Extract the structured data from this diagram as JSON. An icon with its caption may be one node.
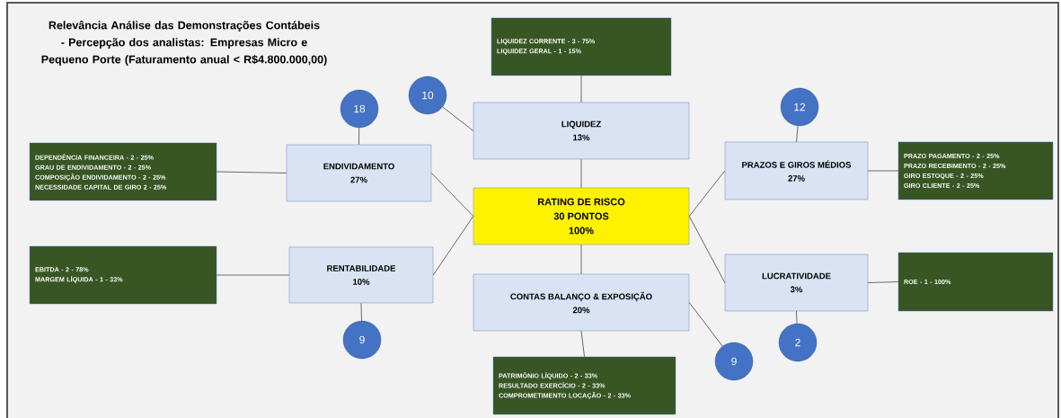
{
  "diagram": {
    "title": "Relevância Análise das Demonstrações Contábeis - Percepção dos analistas: Empresas Micro e Pequeno Porte (Faturamento anual < R$4.800.000,00)",
    "nodes": [
      {
        "text": [
          "RATING DE RISCO",
          "30 PONTOS",
          "100%"
        ]
      },
      {
        "text": [
          "LIQUIDEZ",
          "13%"
        ]
      },
      {
        "text": [
          "ENDIVIDAMENTO",
          "27%"
        ]
      },
      {
        "text": [
          "RENTABILIDADE",
          "10%"
        ]
      },
      {
        "text": [
          "CONTAS BALANÇO & EXPOSIÇÃO",
          "20%"
        ]
      },
      {
        "text": [
          "PRAZOS E GIROS MÉDIOS",
          "27%"
        ]
      },
      {
        "text": [
          "LUCRATIVIDADE",
          "3%"
        ]
      },
      {
        "text": [
          "LIQUIDEZ CORRENTE - 3 - 75%",
          "LIQUIDEZ GERAL - 1 - 15%"
        ]
      },
      {
        "text": [
          "DEPENDÊNCIA FINANCEIRA - 2 - 25%",
          "GRAU DE ENDIVIDAMENTO - 2 - 25%",
          "COMPOSIÇÃO ENDIVIDAMENTO - 2 - 25%",
          "NECESSIDADE CAPITAL DE GIRO 2 - 25%"
        ]
      },
      {
        "text": [
          "EBITDA - 2 - 78%",
          "MARGEM LÍQUIDA - 1 - 33%"
        ]
      },
      {
        "text": [
          "PATRIMÔNIO LÍQUIDO - 2 - 33%",
          "RESULTADO EXERCÍCIO - 2 - 33%",
          "COMPROMETIMENTO LOCAÇÃO - 2 - 33%"
        ]
      },
      {
        "text": [
          "PRAZO PAGAMENTO - 2 - 25%",
          "PRAZO RECEBIMENTO - 2 - 25%",
          "GIRO ESTOQUE - 2 - 25%",
          "GIRO CLIENTE - 2 - 25%"
        ]
      },
      {
        "text": [
          "ROE - 1 - 100%"
        ]
      },
      {
        "text": [
          "10"
        ]
      },
      {
        "text": [
          "18"
        ]
      },
      {
        "text": [
          "9"
        ]
      },
      {
        "text": [
          "12"
        ]
      },
      {
        "text": [
          "2"
        ]
      },
      {
        "text": [
          "9"
        ]
      }
    ],
    "edges": [
      {
        "from": 0,
        "to": 1,
        "arrow": "none"
      },
      {
        "from": 0,
        "to": 2,
        "arrow": "none"
      },
      {
        "from": 0,
        "to": 3,
        "arrow": "none"
      },
      {
        "from": 0,
        "to": 4,
        "arrow": "none"
      },
      {
        "from": 0,
        "to": 5,
        "arrow": "none"
      },
      {
        "from": 0,
        "to": 6,
        "arrow": "none"
      },
      {
        "from": 1,
        "to": 7,
        "arrow": "none"
      },
      {
        "from": 2,
        "to": 8,
        "arrow": "none"
      },
      {
        "from": 3,
        "to": 9,
        "arrow": "none"
      },
      {
        "from": 4,
        "to": 10,
        "arrow": "none"
      },
      {
        "from": 5,
        "to": 11,
        "arrow": "none"
      },
      {
        "from": 6,
        "to": 12,
        "arrow": "none"
      },
      {
        "from": 1,
        "to": 13,
        "arrow": "none"
      },
      {
        "from": 2,
        "to": 14,
        "arrow": "none"
      },
      {
        "from": 3,
        "to": 15,
        "arrow": "none"
      },
      {
        "from": 5,
        "to": 16,
        "arrow": "none"
      },
      {
        "from": 6,
        "to": 17,
        "arrow": "none"
      },
      {
        "from": 4,
        "to": 18,
        "arrow": "none"
      }
    ]
  }
}
